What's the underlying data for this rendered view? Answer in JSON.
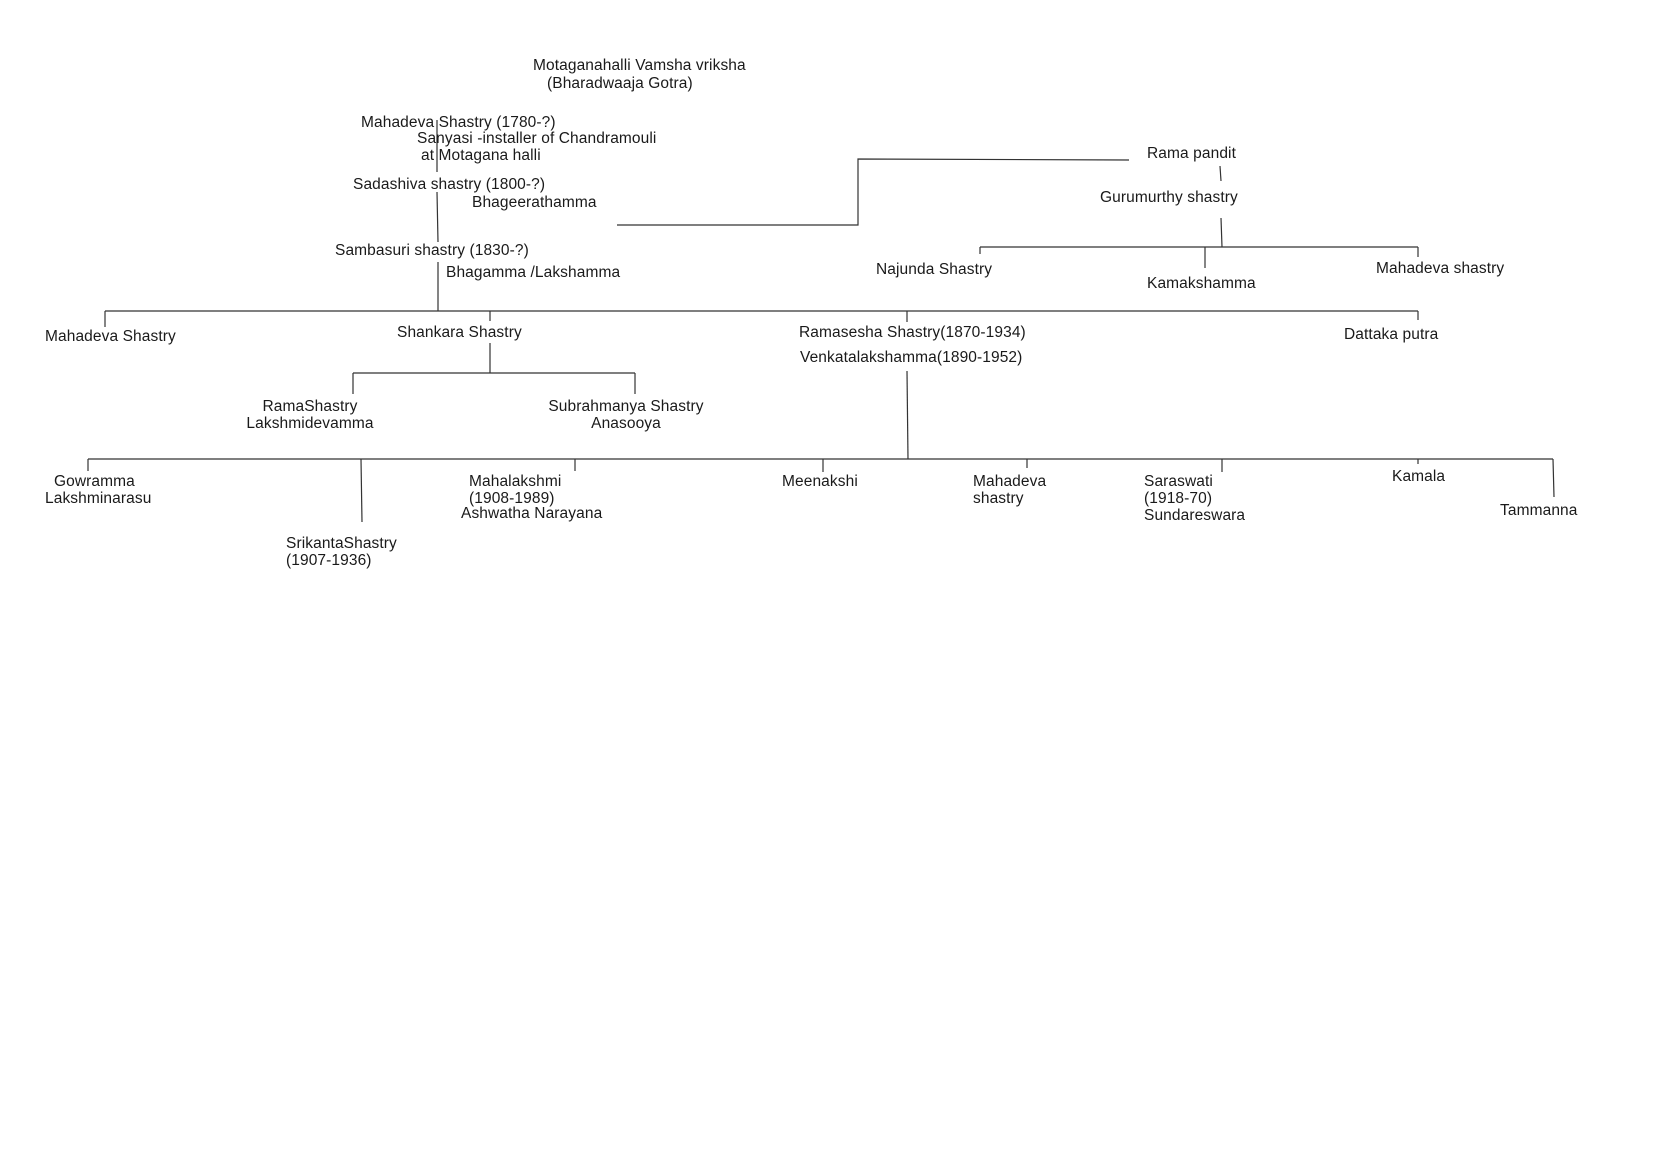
{
  "title": {
    "line1": "Motaganahalli Vamsha vriksha",
    "line2": "(Bharadwaaja Gotra)"
  },
  "gen1": {
    "name": "Mahadeva Shastry (1780-?)",
    "note1": "Sanyasi -installer of Chandramouli",
    "note2": "at Motagana halli"
  },
  "gen2": {
    "name": "Sadashiva shastry (1800-?)",
    "spouse": "Bhageerathamma"
  },
  "gen3": {
    "name": "Sambasuri shastry  (1830-?)",
    "spouse": "Bhagamma /Lakshamma"
  },
  "maternal": {
    "root": "Rama pandit",
    "child": "Gurumurthy shastry",
    "children": [
      "Najunda Shastry",
      "Kamakshamma",
      "Mahadeva shastry"
    ]
  },
  "gen4": {
    "mahadeva": "Mahadeva Shastry",
    "shankara": "Shankara Shastry",
    "ramasesha": "Ramasesha Shastry(1870-1934)",
    "ramasesha_spouse": "Venkatalakshamma(1890-1952)",
    "dattaka": "Dattaka putra"
  },
  "shankara_children": {
    "rama": "RamaShastry",
    "rama_spouse": "Lakshmidevamma",
    "subrahmanya": "Subrahmanya Shastry",
    "subrahmanya_spouse": "Anasooya"
  },
  "gen5": {
    "gowramma": "Gowramma",
    "gowramma_spouse": "Lakshminarasu",
    "srikanta": "SrikantaShastry",
    "srikanta_years": "(1907-1936)",
    "mahalakshmi": "Mahalakshmi",
    "mahalakshmi_years": "(1908-1989)",
    "mahalakshmi_spouse": "Ashwatha Narayana",
    "meenakshi": "Meenakshi",
    "mahadeva_1": "Mahadeva",
    "mahadeva_2": "shastry",
    "saraswati": "Saraswati",
    "saraswati_years": "(1918-70)",
    "saraswati_spouse": "Sundareswara",
    "kamala": "Kamala",
    "tammanna": "Tammanna"
  }
}
